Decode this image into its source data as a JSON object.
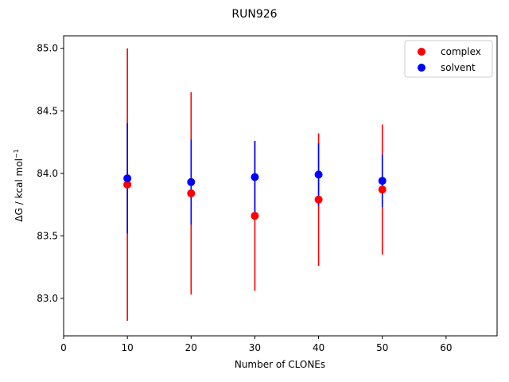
{
  "chart_data": {
    "type": "scatter",
    "title": "RUN926",
    "xlabel": "Number of CLONEs",
    "ylabel": "ΔG / kcal mol",
    "ylabel_superscript": "−1",
    "xlim": [
      0,
      68
    ],
    "ylim": [
      82.7,
      85.1
    ],
    "xticks": [
      0,
      10,
      20,
      30,
      40,
      50,
      60
    ],
    "yticks": [
      83.0,
      83.5,
      84.0,
      84.5,
      85.0
    ],
    "xtick_labels": [
      "0",
      "10",
      "20",
      "30",
      "40",
      "50",
      "60"
    ],
    "ytick_labels": [
      "83.0",
      "83.5",
      "84.0",
      "84.5",
      "85.0"
    ],
    "legend_position": "top-right",
    "grid": false,
    "series": [
      {
        "name": "complex",
        "color": "#ff0000",
        "x": [
          10,
          20,
          30,
          40,
          50
        ],
        "y": [
          83.91,
          83.84,
          83.66,
          83.79,
          83.87
        ],
        "err": [
          1.09,
          0.81,
          0.6,
          0.53,
          0.52
        ]
      },
      {
        "name": "solvent",
        "color": "#0000ff",
        "x": [
          10,
          20,
          30,
          40,
          50
        ],
        "y": [
          83.96,
          83.93,
          83.97,
          83.99,
          83.94
        ],
        "err": [
          0.44,
          0.34,
          0.29,
          0.25,
          0.21
        ]
      }
    ]
  }
}
